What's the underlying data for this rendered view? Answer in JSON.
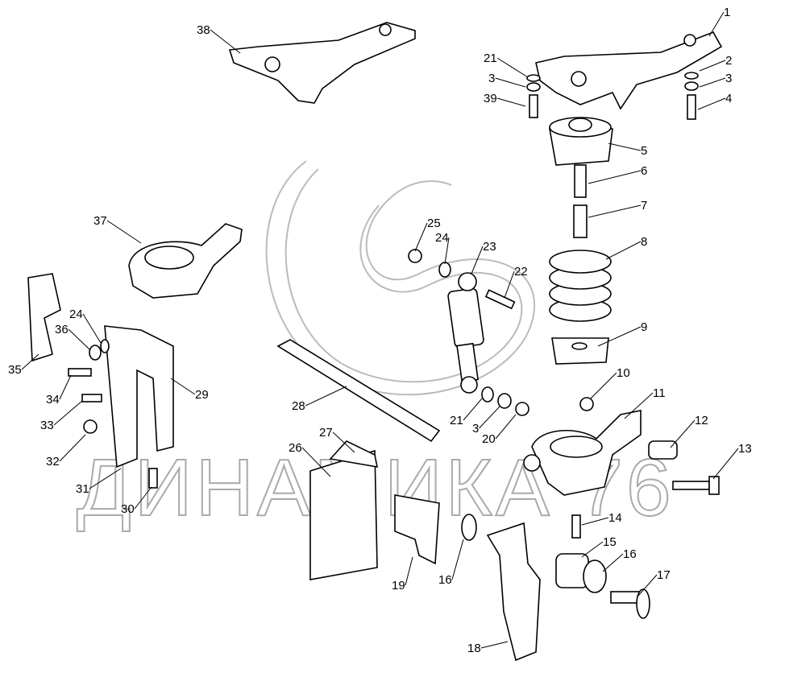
{
  "diagram": {
    "watermark": "ДИНАМИКА 76",
    "callouts": [
      "1",
      "2",
      "3",
      "4",
      "5",
      "6",
      "7",
      "8",
      "9",
      "10",
      "11",
      "12",
      "13",
      "14",
      "15",
      "16",
      "17",
      "18",
      "19",
      "16",
      "20",
      "3",
      "21",
      "22",
      "23",
      "24",
      "25",
      "26",
      "27",
      "28",
      "29",
      "30",
      "31",
      "32",
      "33",
      "34",
      "35",
      "36",
      "24",
      "37",
      "38",
      "21",
      "3",
      "39"
    ]
  }
}
